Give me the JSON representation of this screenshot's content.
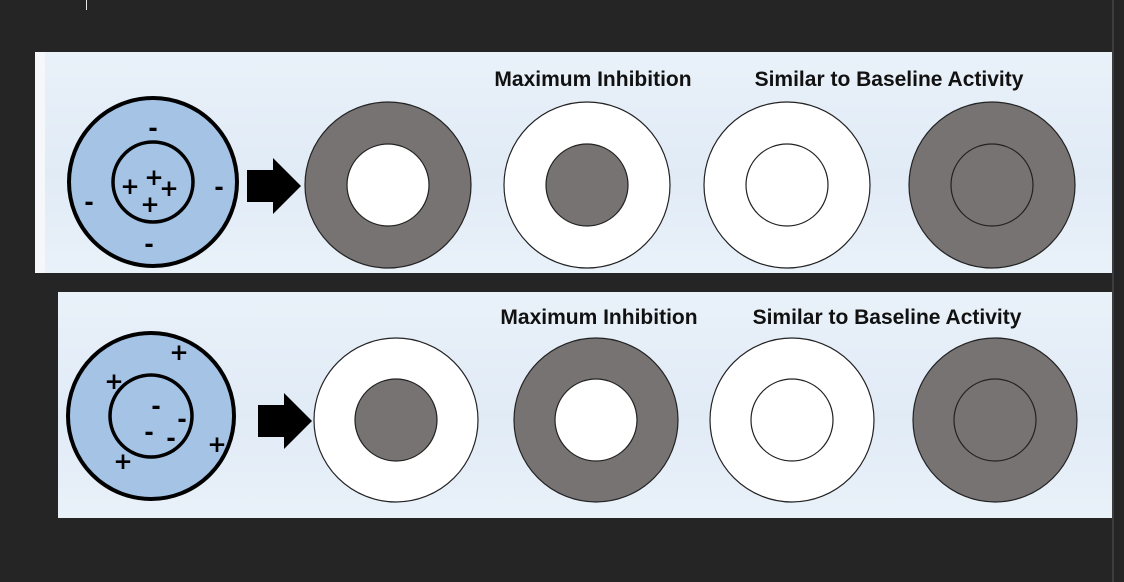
{
  "colors": {
    "background": "#252526",
    "panel": "#e6eef8",
    "cell_fill": "#a4c3e5",
    "dark_fill": "#787373",
    "light_fill": "#ffffff",
    "outline": "#000000"
  },
  "panels": [
    {
      "label_max": "Maximum Inhibition",
      "label_base": "Similar to Baseline Activity",
      "cell_inner_sign": "+",
      "cell_outer_sign": "-",
      "arrow_icon": "arrow-right-icon",
      "rings": [
        {
          "outer": "dark",
          "inner": "light"
        },
        {
          "outer": "light",
          "inner": "dark"
        },
        {
          "outer": "light",
          "inner": "light"
        },
        {
          "outer": "dark",
          "inner": "dark"
        }
      ]
    },
    {
      "label_max": "Maximum Inhibition",
      "label_base": "Similar to Baseline Activity",
      "cell_inner_sign": "-",
      "cell_outer_sign": "+",
      "arrow_icon": "arrow-right-icon",
      "rings": [
        {
          "outer": "light",
          "inner": "dark"
        },
        {
          "outer": "dark",
          "inner": "light"
        },
        {
          "outer": "light",
          "inner": "light"
        },
        {
          "outer": "dark",
          "inner": "dark"
        }
      ]
    }
  ]
}
